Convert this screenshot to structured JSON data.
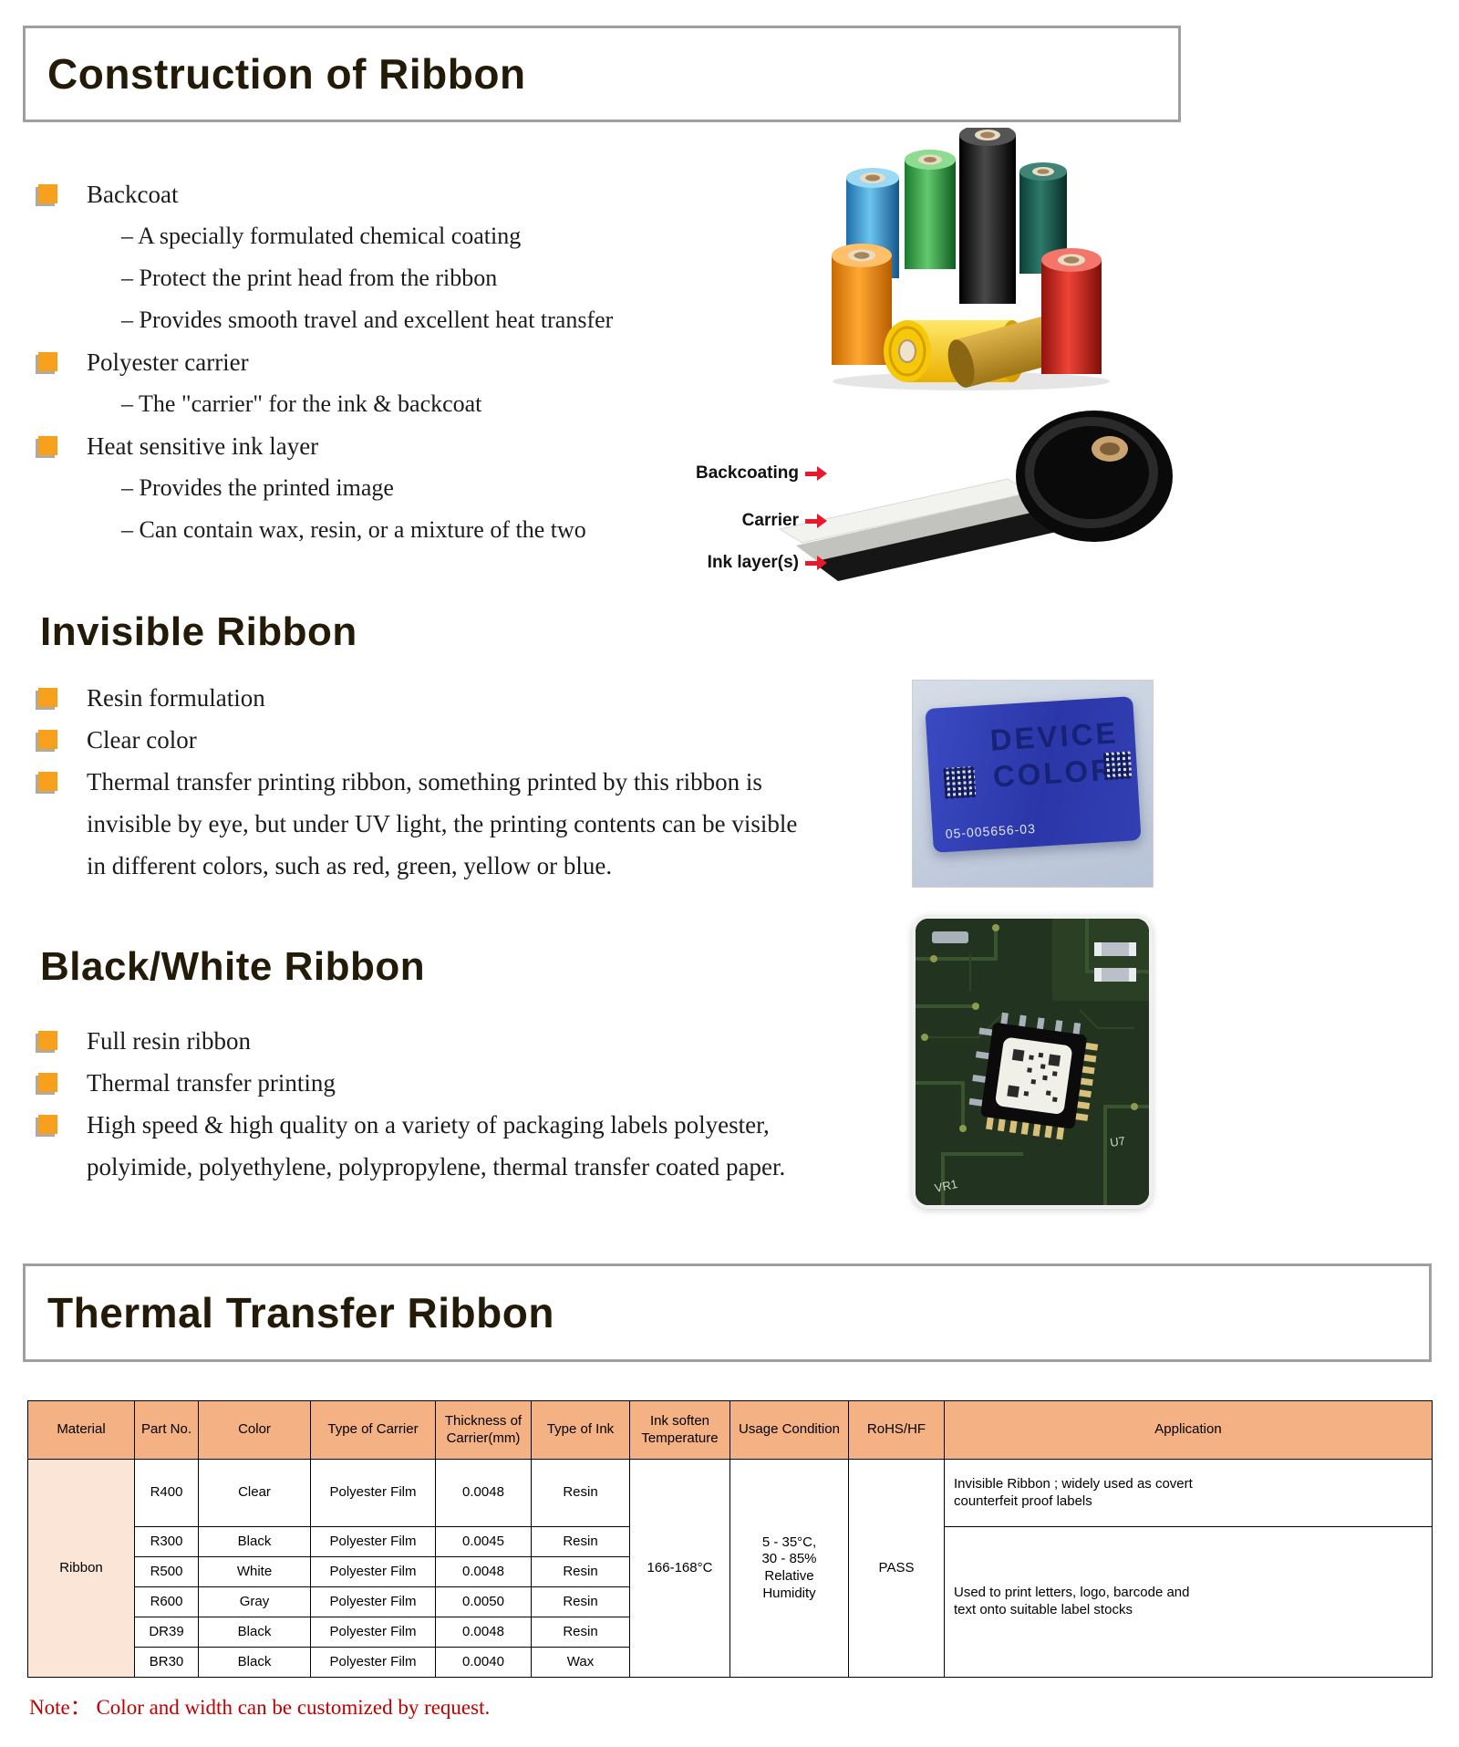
{
  "colors": {
    "heading_text": "#241A08",
    "bullet_orange": "#F6A01E",
    "table_header_fill": "#F4B183",
    "material_cell_fill": "#FBE5D6",
    "note_red": "#C00000",
    "arrow_red": "#E8192C",
    "invisible_label_blue": "#2B37A8"
  },
  "sections": {
    "construction": {
      "title": "Construction of Ribbon",
      "bullets": [
        {
          "label": "Backcoat",
          "subs": [
            "– A specially formulated chemical coating",
            "– Protect the print head from the ribbon",
            "– Provides smooth travel and excellent heat transfer"
          ]
        },
        {
          "label": "Polyester carrier",
          "subs": [
            "– The \"carrier\" for the ink & backcoat"
          ]
        },
        {
          "label": "Heat sensitive ink layer",
          "subs": [
            "– Provides the printed image",
            "– Can contain wax, resin,  or a mixture of the two"
          ]
        }
      ],
      "diagram": {
        "labels": [
          "Backcoating",
          "Carrier",
          "Ink layer(s)"
        ]
      }
    },
    "invisible": {
      "title": "Invisible Ribbon",
      "bullets": [
        "Resin formulation",
        "Clear color",
        "Thermal transfer printing ribbon, something printed  by this ribbon is\ninvisible by eye, but under UV light, the printing contents can be visible\nin different colors, such as red, green, yellow or blue."
      ],
      "photo": {
        "line1": "DEVICE",
        "line2": "COLOR",
        "code": "05-005656-03"
      }
    },
    "black_white": {
      "title": "Black/White Ribbon",
      "bullets": [
        "Full resin ribbon",
        "Thermal transfer printing",
        "High speed & high quality on a variety of packaging labels polyester,\npolyimide, polyethylene, polypropylene, thermal transfer coated paper."
      ],
      "photo": {
        "labels": [
          "U7",
          "VR1"
        ]
      }
    },
    "thermal": {
      "title": "Thermal Transfer Ribbon"
    }
  },
  "table": {
    "headers": [
      "Material",
      "Part No.",
      "Color",
      "Type of Carrier",
      "Thickness of\nCarrier(mm)",
      "Type of Ink",
      "Ink soften\nTemperature",
      "Usage Condition",
      "RoHS/HF",
      "Application"
    ],
    "material": "Ribbon",
    "rows": [
      {
        "part": "R400",
        "color": "Clear",
        "carrier": "Polyester Film",
        "thickness": "0.0048",
        "ink": "Resin"
      },
      {
        "part": "R300",
        "color": "Black",
        "carrier": "Polyester Film",
        "thickness": "0.0045",
        "ink": "Resin"
      },
      {
        "part": "R500",
        "color": "White",
        "carrier": "Polyester Film",
        "thickness": "0.0048",
        "ink": "Resin"
      },
      {
        "part": "R600",
        "color": "Gray",
        "carrier": "Polyester Film",
        "thickness": "0.0050",
        "ink": "Resin"
      },
      {
        "part": "DR39",
        "color": "Black",
        "carrier": "Polyester Film",
        "thickness": "0.0048",
        "ink": "Resin"
      },
      {
        "part": "BR30",
        "color": "Black",
        "carrier": "Polyester Film",
        "thickness": "0.0040",
        "ink": "Wax"
      }
    ],
    "ink_soften_temp": "166-168°C",
    "usage_condition": "5 - 35°C,\n30 - 85% Relative\nHumidity",
    "rohs": "PASS",
    "application_row1": "Invisible Ribbon ; widely used as covert\ncounterfeit proof labels",
    "application_rest": "Used to print letters, logo, barcode and\ntext onto suitable label stocks"
  },
  "note": "Note：  Color and width can be customized by request."
}
